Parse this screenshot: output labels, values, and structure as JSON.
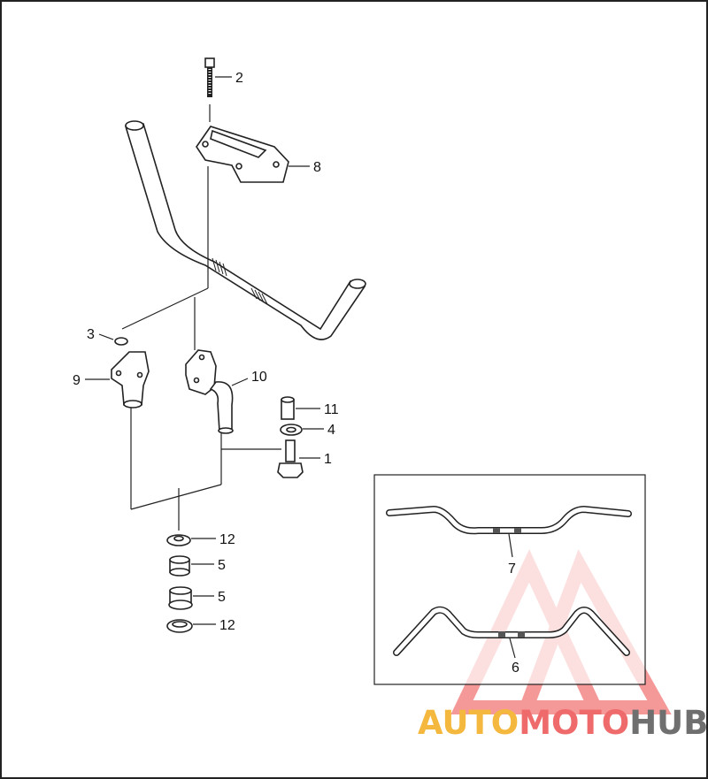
{
  "callouts": {
    "c1": "1",
    "c2": "2",
    "c3": "3",
    "c4": "4",
    "c5a": "5",
    "c5b": "5",
    "c6": "6",
    "c7": "7",
    "c8": "8",
    "c9": "9",
    "c10": "10",
    "c11": "11",
    "c12a": "12",
    "c12b": "12"
  },
  "watermark": {
    "brand_a": "AUTO",
    "brand_b": "MOTO",
    "brand_c": "HUB",
    "color_a": "#f4b83e",
    "color_b": "#ef6b6b",
    "color_c": "#6f6f6f"
  }
}
